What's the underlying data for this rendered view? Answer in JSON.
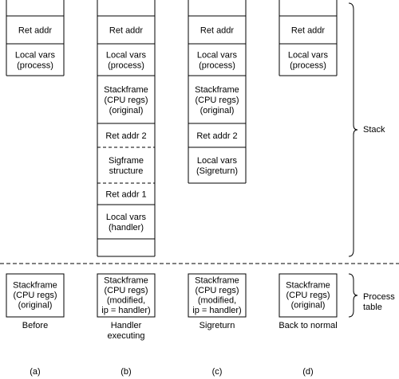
{
  "stacks": [
    {
      "cells": [
        {
          "lines": [
            "Ret addr"
          ]
        },
        {
          "lines": [
            "Local vars",
            "(process)"
          ]
        }
      ]
    },
    {
      "cells": [
        {
          "lines": [
            "Ret addr"
          ]
        },
        {
          "lines": [
            "Local vars",
            "(process)"
          ]
        },
        {
          "lines": [
            "Stackframe",
            "(CPU regs)",
            "(original)"
          ]
        },
        {
          "lines": [
            "Ret addr 2"
          ]
        },
        {
          "lines": [
            "Sigframe",
            "structure"
          ]
        },
        {
          "lines": [
            "Ret addr 1"
          ]
        },
        {
          "lines": [
            "Local vars",
            "(handler)"
          ]
        }
      ]
    },
    {
      "cells": [
        {
          "lines": [
            "Ret addr"
          ]
        },
        {
          "lines": [
            "Local vars",
            "(process)"
          ]
        },
        {
          "lines": [
            "Stackframe",
            "(CPU regs)",
            "(original)"
          ]
        },
        {
          "lines": [
            "Ret addr 2"
          ]
        },
        {
          "lines": [
            "Local vars",
            "(Sigreturn)"
          ]
        }
      ]
    },
    {
      "cells": [
        {
          "lines": [
            "Ret addr"
          ]
        },
        {
          "lines": [
            "Local vars",
            "(process)"
          ]
        }
      ]
    }
  ],
  "process_table": [
    {
      "lines": [
        "Stackframe",
        "(CPU regs)",
        "(original)"
      ]
    },
    {
      "lines": [
        "Stackframe",
        "(CPU regs)",
        "(modified,",
        "ip = handler)"
      ]
    },
    {
      "lines": [
        "Stackframe",
        "(CPU regs)",
        "(modified,",
        "ip = handler)"
      ]
    },
    {
      "lines": [
        "Stackframe",
        "(CPU regs)",
        "(original)"
      ]
    }
  ],
  "captions": [
    {
      "lines": [
        "Before"
      ]
    },
    {
      "lines": [
        "Handler",
        "executing"
      ]
    },
    {
      "lines": [
        "Sigreturn"
      ]
    },
    {
      "lines": [
        "Back to normal"
      ]
    }
  ],
  "letters": [
    "(a)",
    "(b)",
    "(c)",
    "(d)"
  ],
  "brace_labels": {
    "stack": "Stack",
    "process_table": [
      "Process",
      "table"
    ]
  }
}
